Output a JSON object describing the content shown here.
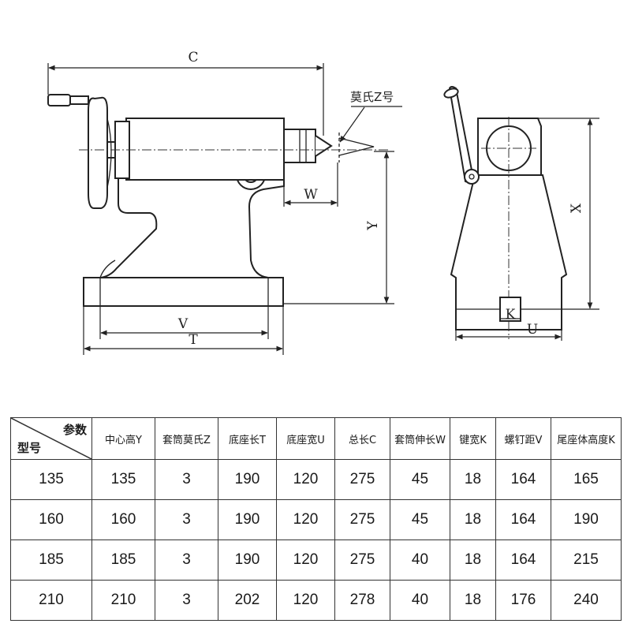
{
  "drawing": {
    "labels": {
      "C": "C",
      "morse": "莫氏Z号",
      "W": "W",
      "Y": "Y",
      "V": "V",
      "T": "T",
      "X": "X",
      "K": "K",
      "U": "U"
    }
  },
  "table": {
    "corner_top": "参数",
    "corner_bottom": "型号",
    "headers": [
      "中心高Y",
      "套筒莫氏Z",
      "底座长T",
      "底座宽U",
      "总长C",
      "套筒伸长W",
      "键宽K",
      "螺钉距V",
      "尾座体高度K"
    ],
    "rows": [
      [
        "135",
        "135",
        "3",
        "190",
        "120",
        "275",
        "45",
        "18",
        "164",
        "165"
      ],
      [
        "160",
        "160",
        "3",
        "190",
        "120",
        "275",
        "45",
        "18",
        "164",
        "190"
      ],
      [
        "185",
        "185",
        "3",
        "190",
        "120",
        "275",
        "40",
        "18",
        "164",
        "215"
      ],
      [
        "210",
        "210",
        "3",
        "202",
        "120",
        "278",
        "40",
        "18",
        "176",
        "240"
      ]
    ]
  }
}
